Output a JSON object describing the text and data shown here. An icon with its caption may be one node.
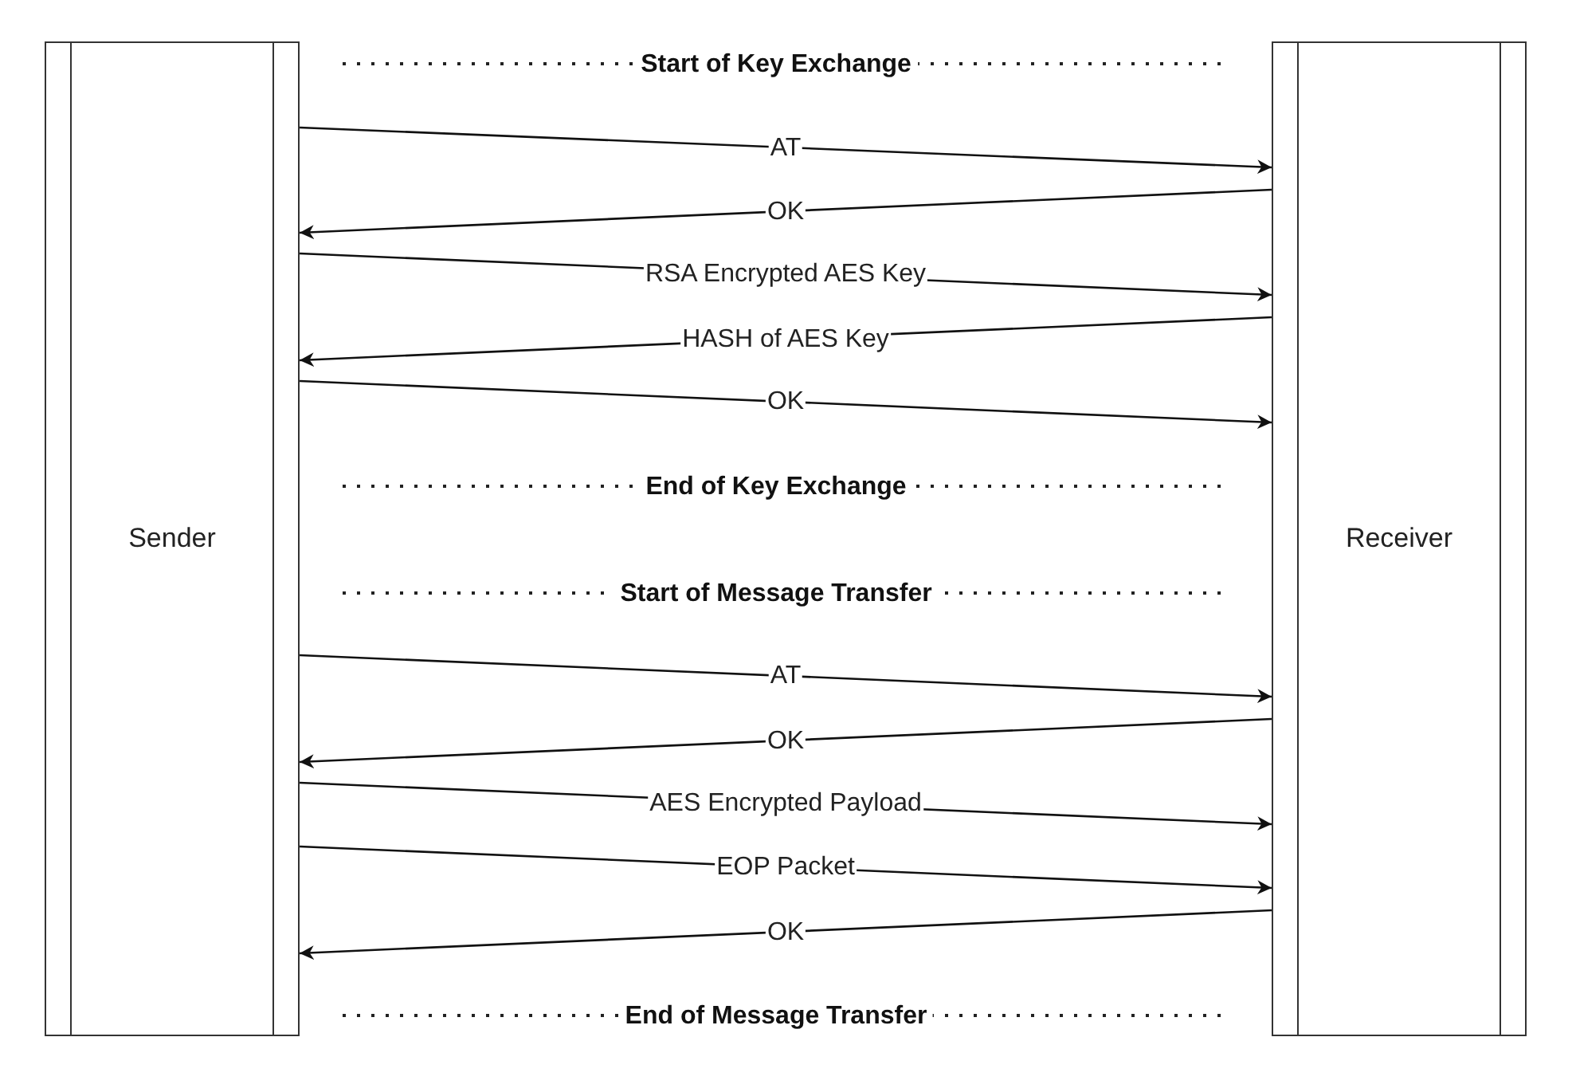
{
  "diagram": {
    "nodes": [
      {
        "text": [
          "Sender"
        ]
      },
      {
        "text": [
          "Receiver"
        ]
      }
    ],
    "edges": [
      {
        "from": 0,
        "to": 1,
        "arrow": "to",
        "label": "AT"
      },
      {
        "from": 1,
        "to": 0,
        "arrow": "to",
        "label": "OK"
      },
      {
        "from": 0,
        "to": 1,
        "arrow": "to",
        "label": "RSA Encrypted AES Key"
      },
      {
        "from": 1,
        "to": 0,
        "arrow": "to",
        "label": "HASH of AES Key"
      },
      {
        "from": 0,
        "to": 1,
        "arrow": "to",
        "label": "OK"
      },
      {
        "from": 0,
        "to": 1,
        "arrow": "to",
        "label": "AT"
      },
      {
        "from": 1,
        "to": 0,
        "arrow": "to",
        "label": "OK"
      },
      {
        "from": 0,
        "to": 1,
        "arrow": "to",
        "label": "AES Encrypted Payload"
      },
      {
        "from": 0,
        "to": 1,
        "arrow": "to",
        "label": "EOP Packet"
      },
      {
        "from": 1,
        "to": 0,
        "arrow": "to",
        "label": "OK"
      }
    ],
    "labels": [
      "Start of Key Exchange",
      "End of Key Exchange",
      "Start of Message Transfer",
      "End of Message Transfer"
    ]
  }
}
